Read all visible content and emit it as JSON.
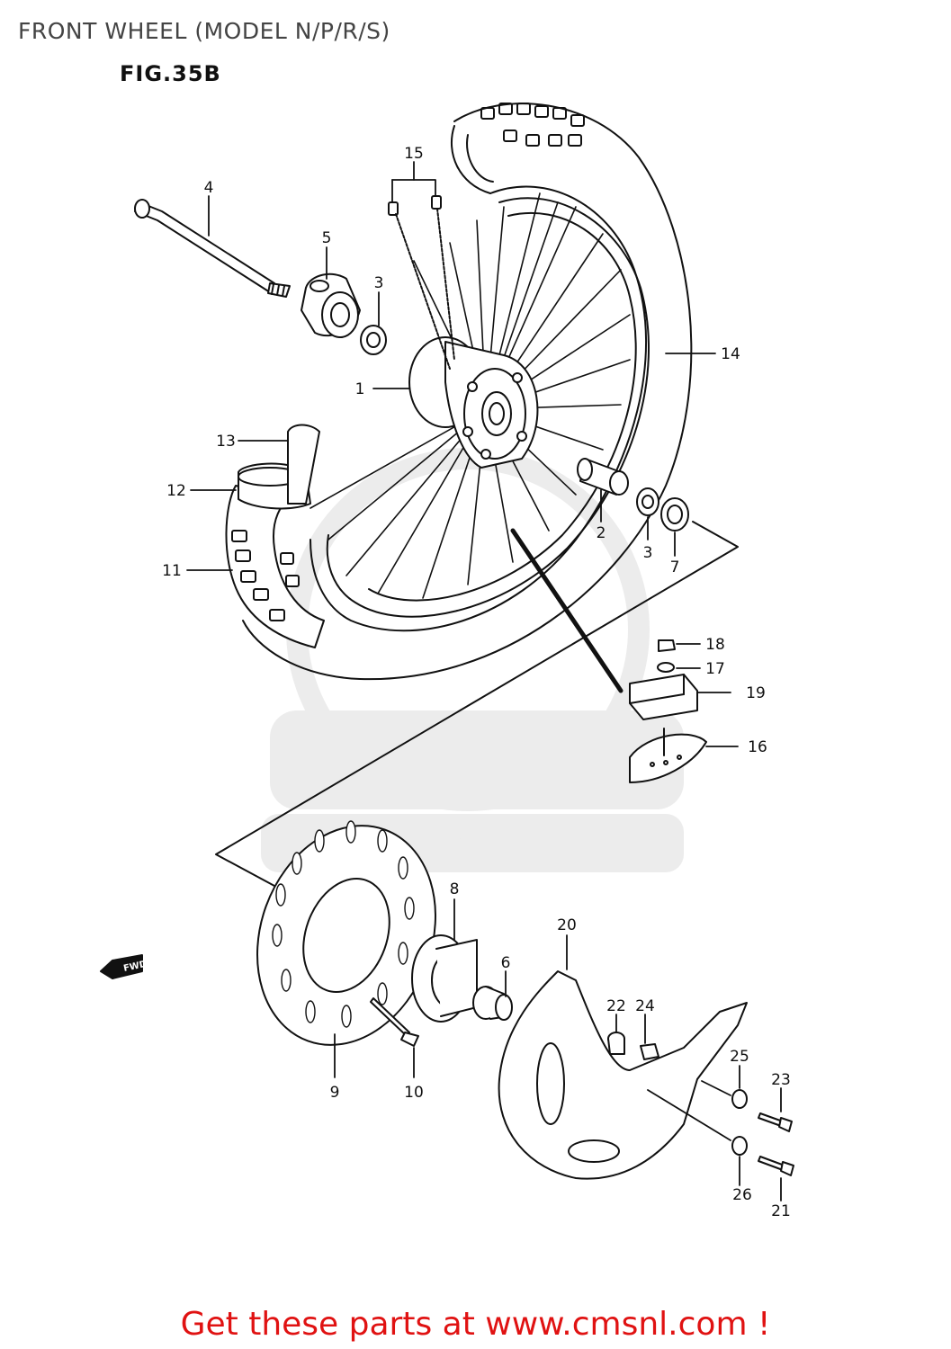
{
  "header": {
    "title": "FRONT WHEEL (MODEL N/P/R/S)",
    "figure": "FIG.35B"
  },
  "watermark": {
    "logo": "CMS",
    "url": "WWW.CMSNL.COM"
  },
  "fwd_label": "FWD",
  "parts": [
    {
      "number": "1"
    },
    {
      "number": "2"
    },
    {
      "number": "3"
    },
    {
      "number": "3"
    },
    {
      "number": "4"
    },
    {
      "number": "5"
    },
    {
      "number": "6"
    },
    {
      "number": "7"
    },
    {
      "number": "8"
    },
    {
      "number": "9"
    },
    {
      "number": "10"
    },
    {
      "number": "11"
    },
    {
      "number": "12"
    },
    {
      "number": "13"
    },
    {
      "number": "14"
    },
    {
      "number": "15"
    },
    {
      "number": "16"
    },
    {
      "number": "17"
    },
    {
      "number": "18"
    },
    {
      "number": "19"
    },
    {
      "number": "20"
    },
    {
      "number": "21"
    },
    {
      "number": "22"
    },
    {
      "number": "23"
    },
    {
      "number": "24"
    },
    {
      "number": "25"
    },
    {
      "number": "26"
    }
  ],
  "colors": {
    "line": "#111111",
    "footer": "#e01212",
    "watermark": "#ececec"
  },
  "footer": {
    "text": "Get these parts at www.cmsnl.com !"
  }
}
